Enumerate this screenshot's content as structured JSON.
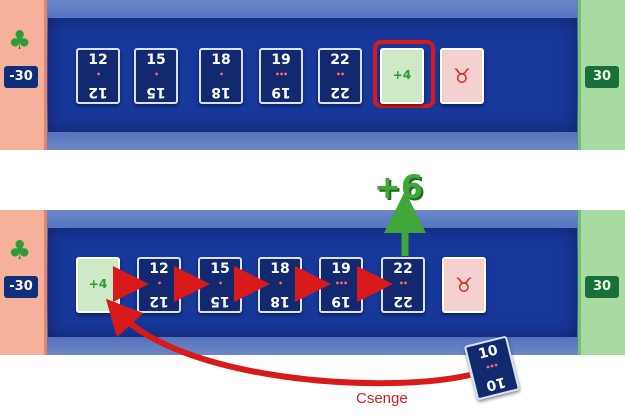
{
  "top_row": {
    "left_marker": "-30",
    "right_marker": "30",
    "cards": [
      {
        "type": "number",
        "top": "12",
        "bottom": "12",
        "cows": "•"
      },
      {
        "type": "number",
        "top": "15",
        "bottom": "15",
        "cows": "•"
      },
      {
        "type": "number",
        "top": "18",
        "bottom": "18",
        "cows": "•"
      },
      {
        "type": "number",
        "top": "19",
        "bottom": "19",
        "cows": "•••"
      },
      {
        "type": "number",
        "top": "22",
        "bottom": "22",
        "cows": "••"
      },
      {
        "type": "bonus",
        "value": "+4"
      },
      {
        "type": "penalty",
        "icon": "bull-icon"
      }
    ]
  },
  "bonus_popup": {
    "value": "+6",
    "color": "#3fa63a"
  },
  "bottom_row": {
    "left_marker": "-30",
    "right_marker": "30",
    "cards": [
      {
        "type": "bonus",
        "value": "+4"
      },
      {
        "type": "number",
        "top": "12",
        "bottom": "12",
        "cows": "•"
      },
      {
        "type": "number",
        "top": "15",
        "bottom": "15",
        "cows": "•"
      },
      {
        "type": "number",
        "top": "18",
        "bottom": "18",
        "cows": "•"
      },
      {
        "type": "number",
        "top": "19",
        "bottom": "19",
        "cows": "•••"
      },
      {
        "type": "number",
        "top": "22",
        "bottom": "22",
        "cows": "••"
      },
      {
        "type": "penalty",
        "icon": "bull-icon"
      }
    ]
  },
  "played_card": {
    "top": "10",
    "bottom": "10",
    "cows": "•••"
  },
  "player_name": "Csenge",
  "colors": {
    "arrow_red": "#d91a1a",
    "arrow_green": "#3fa63a",
    "board_blue": "#17379a"
  }
}
